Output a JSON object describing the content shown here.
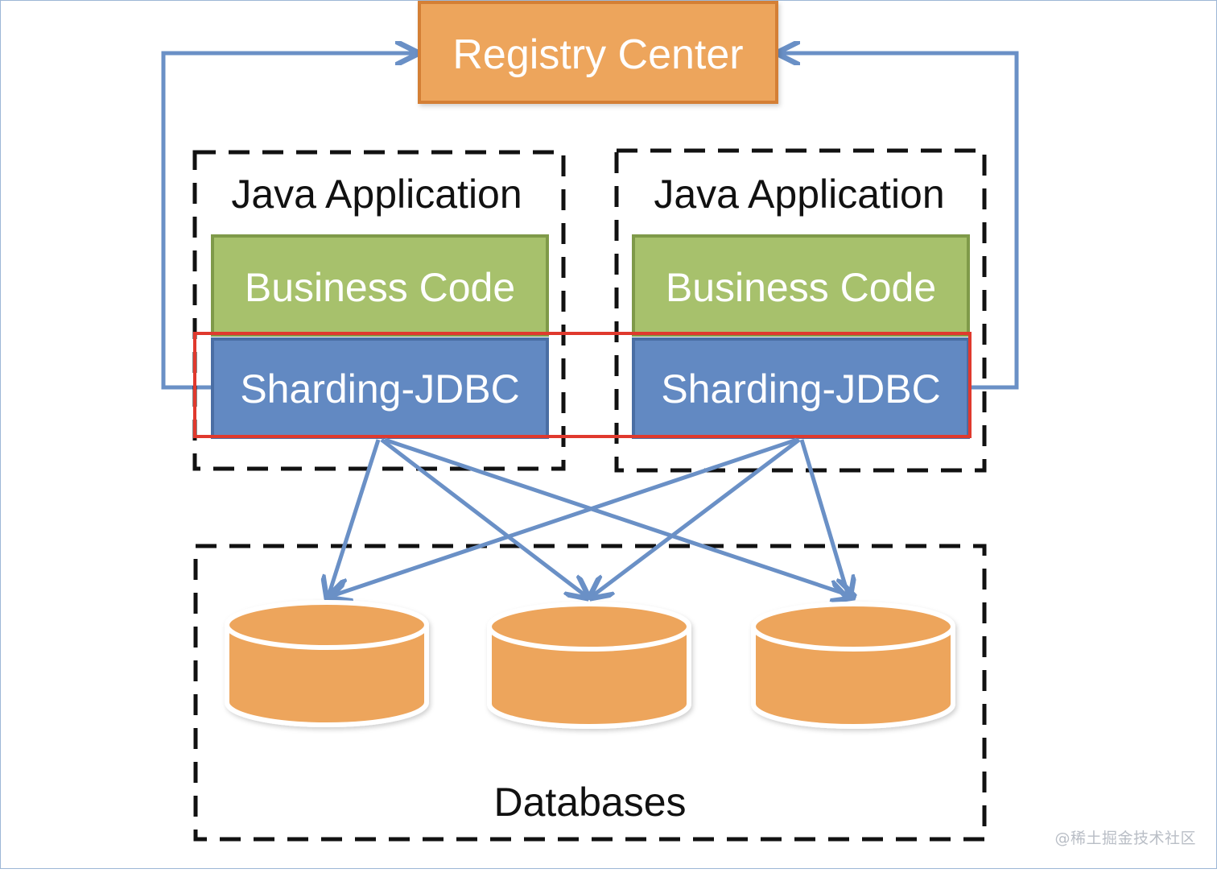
{
  "registry": {
    "label": "Registry Center",
    "fill": "#eda55b",
    "stroke": "#d47f36"
  },
  "apps": [
    {
      "title": "Java Application",
      "business_code": "Business Code",
      "sharding": "Sharding-JDBC"
    },
    {
      "title": "Java Application",
      "business_code": "Business Code",
      "sharding": "Sharding-JDBC"
    }
  ],
  "databases": {
    "label": "Databases",
    "count": 3,
    "fill": "#eda55b"
  },
  "colors": {
    "business_fill": "#a7c16c",
    "business_stroke": "#7f9a49",
    "sharding_fill": "#6289c2",
    "sharding_stroke": "#4a6ea4",
    "arrow": "#6a90c6",
    "highlight": "#e0392d",
    "dash": "#111111"
  },
  "watermark": "@稀土掘金技术社区"
}
